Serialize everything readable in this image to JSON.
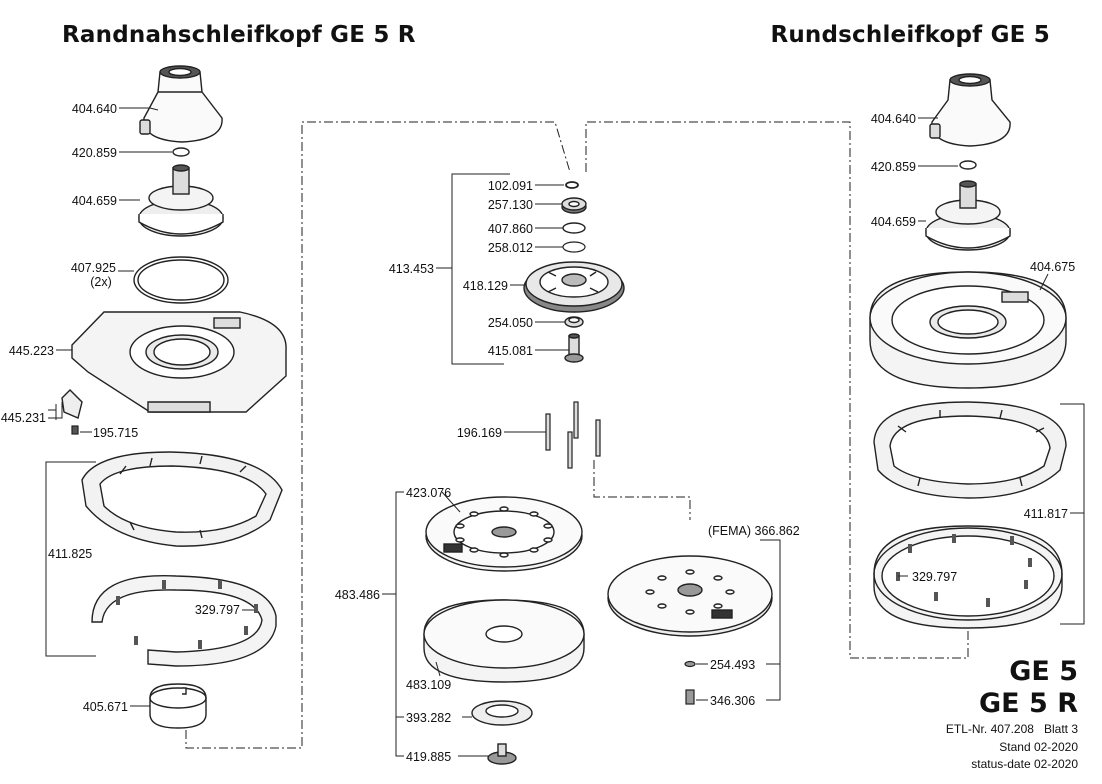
{
  "titles": {
    "left": "Randnahschleifkopf  GE 5 R",
    "right": "Rundschleifkopf  GE 5"
  },
  "models": [
    "GE 5",
    "GE 5 R"
  ],
  "meta": {
    "etl_label": "ETL-Nr. 407.208",
    "sheet": "Blatt 3",
    "stand": "Stand  02-2020",
    "status": "status-date 02-2020"
  },
  "parts": {
    "left_404_640": "404.640",
    "left_420_859": "420.859",
    "left_404_659": "404.659",
    "left_407_925": "407.925",
    "left_407_925_qty": "(2x)",
    "left_445_223": "445.223",
    "left_445_231": "445.231",
    "left_195_715": "195.715",
    "left_411_825": "411.825",
    "left_329_797": "329.797",
    "left_405_671": "405.671",
    "c_102_091": "102.091",
    "c_257_130": "257.130",
    "c_407_860": "407.860",
    "c_258_012": "258.012",
    "c_413_453": "413.453",
    "c_418_129": "418.129",
    "c_254_050": "254.050",
    "c_415_081": "415.081",
    "c_196_169": "196.169",
    "c_423_076": "423.076",
    "c_483_486": "483.486",
    "c_483_109": "483.109",
    "c_393_282": "393.282",
    "c_419_885": "419.885",
    "c_fema_366_862": "(FEMA) 366.862",
    "c_254_493": "254.493",
    "c_346_306": "346.306",
    "right_404_640": "404.640",
    "right_420_859": "420.859",
    "right_404_659": "404.659",
    "right_404_675": "404.675",
    "right_411_817": "411.817",
    "right_329_797": "329.797"
  }
}
